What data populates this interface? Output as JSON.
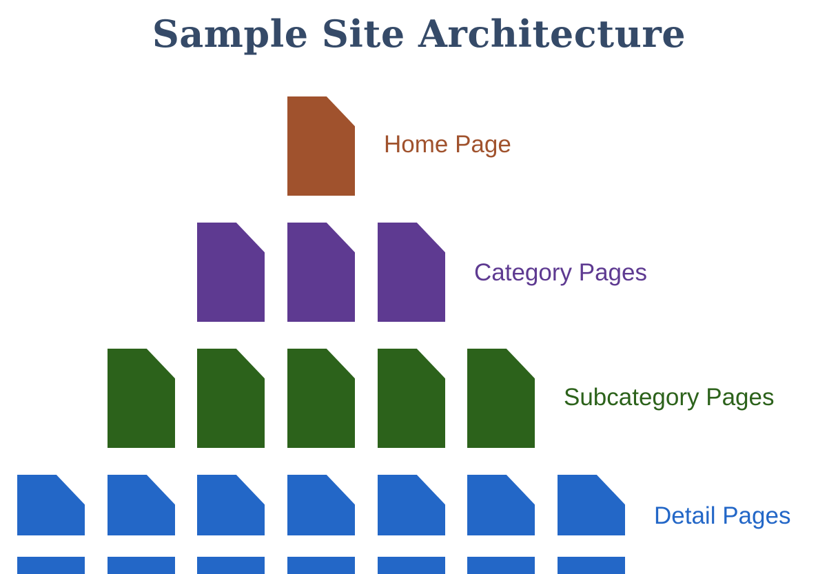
{
  "title": "Sample Site Architecture",
  "tiers": [
    {
      "label": "Home Page",
      "page_count": 1,
      "color": "#a0522d",
      "icon": "document-icon"
    },
    {
      "label": "Category Pages",
      "page_count": 3,
      "color": "#5e3a91",
      "icon": "document-icon"
    },
    {
      "label": "Subcategory Pages",
      "page_count": 5,
      "color": "#2c621b",
      "icon": "document-icon"
    },
    {
      "label": "Detail Pages",
      "page_count": 7,
      "color": "#2367c7",
      "icon": "document-icon"
    }
  ]
}
